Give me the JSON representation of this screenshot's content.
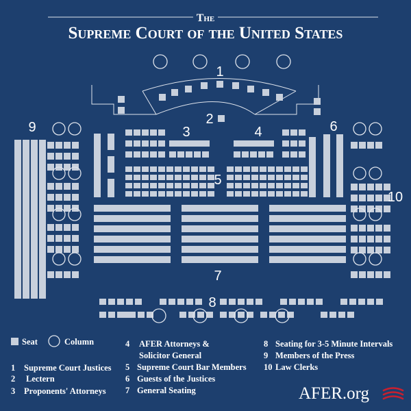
{
  "header": {
    "title_top": "The",
    "title_main": "Supreme Court of the United States"
  },
  "diagram": {
    "section_numbers": [
      "1",
      "2",
      "3",
      "4",
      "5",
      "6",
      "7",
      "8",
      "9",
      "10"
    ]
  },
  "legend": {
    "seat_label": "Seat",
    "column_label": "Column",
    "items": [
      {
        "num": "1",
        "text": "Supreme Court Justices"
      },
      {
        "num": "2",
        "text": "Lectern"
      },
      {
        "num": "3",
        "text": "Proponents' Attorneys"
      },
      {
        "num": "4",
        "text": "AFER Attorneys &"
      },
      {
        "num": "",
        "text": "Solicitor General"
      },
      {
        "num": "5",
        "text": "Supreme Court Bar Members"
      },
      {
        "num": "6",
        "text": "Guests of the Justices"
      },
      {
        "num": "7",
        "text": "General Seating"
      },
      {
        "num": "8",
        "text": "Seating for 3-5 Minute Intervals"
      },
      {
        "num": "9",
        "text": "Members of the Press"
      },
      {
        "num": "10",
        "text": "Law Clerks"
      }
    ]
  },
  "logo": {
    "text": "AFER.org"
  },
  "colors": {
    "background": "#1d3f6e",
    "seat": "#c8d0dc",
    "line": "#dfe4ec",
    "text": "#ffffff",
    "flag_red": "#c8202f"
  }
}
